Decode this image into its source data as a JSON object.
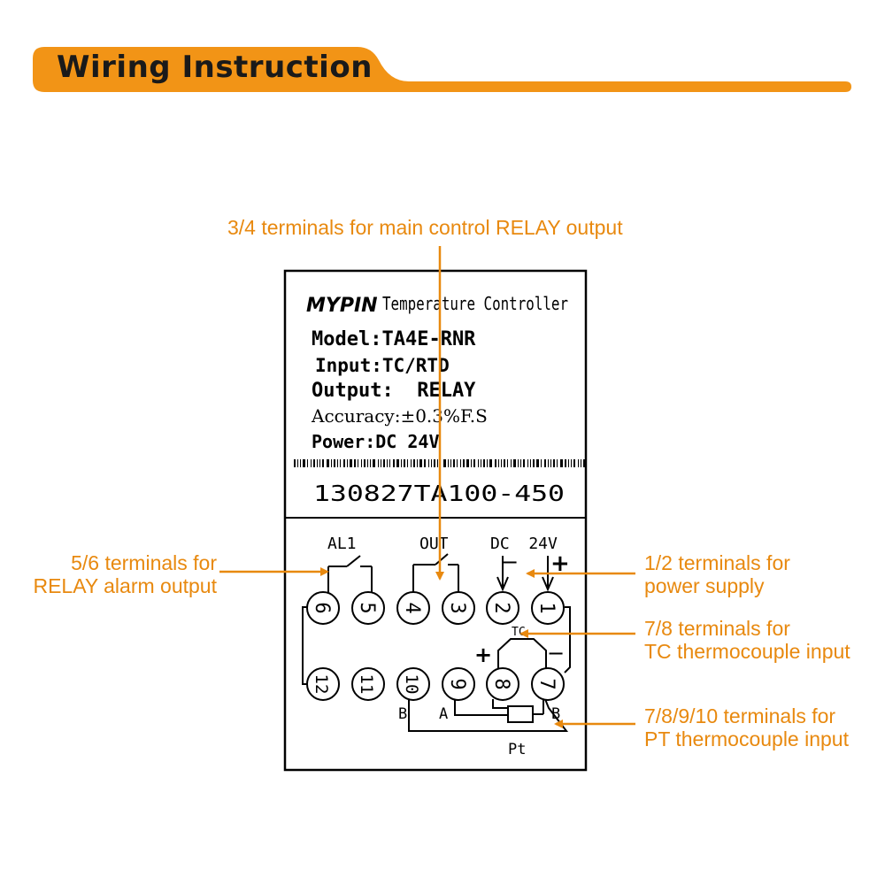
{
  "header": {
    "title": "Wiring Instruction",
    "accent_color": "#f29416"
  },
  "colors": {
    "label": "#e8890f",
    "line": "#000000"
  },
  "callouts": {
    "relay_output": "3/4 terminals for main control RELAY output",
    "alarm_line1": "5/6 terminals for",
    "alarm_line2": "RELAY alarm output",
    "power_line1": "1/2 terminals for",
    "power_line2": "power supply",
    "tc_line1": "7/8 terminals for",
    "tc_line2": "TC thermocouple input",
    "pt_line1": "7/8/9/10 terminals for",
    "pt_line2": "PT thermocouple input"
  },
  "label_panel": {
    "brand": "MYPIN",
    "product": "Temperature Controller",
    "model": "Model:TA4E-RNR",
    "input": "Input:TC/RTD",
    "output": "Output:  RELAY",
    "accuracy": "Accuracy:±0.3%F.S",
    "power": "Power:DC 24V",
    "serial": "130827TA100-450"
  },
  "terminals": {
    "group_labels": {
      "al1": "AL1",
      "out": "OUT",
      "dc24v": "DC  24V",
      "tc": "TC",
      "pt": "Pt",
      "a": "A",
      "b_left": "B",
      "b_right": "B"
    },
    "polarity": {
      "minus": "−",
      "plus": "+",
      "tc_plus": "+",
      "tc_minus": "−"
    },
    "top_row": [
      "6",
      "5",
      "4",
      "3",
      "2",
      "1"
    ],
    "bottom_row": [
      "12",
      "11",
      "10",
      "9",
      "8",
      "7"
    ]
  }
}
